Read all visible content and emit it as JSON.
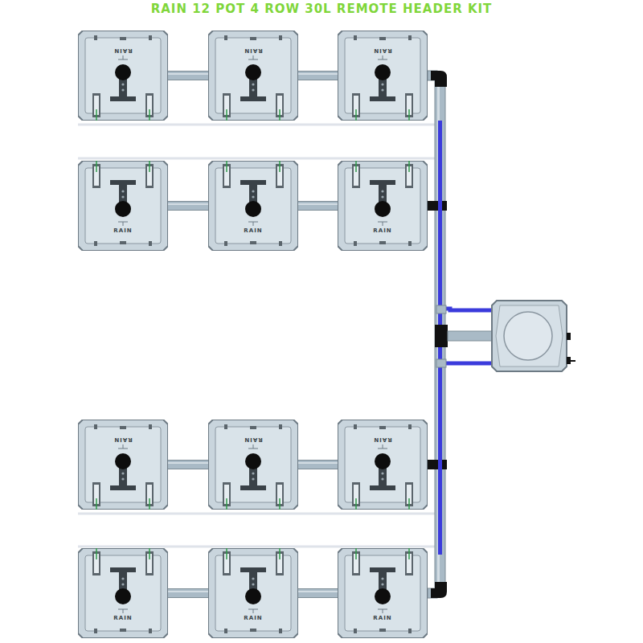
{
  "diagram": {
    "title": "RAIN 12 POT 4 ROW 30L REMOTE HEADER KIT",
    "nodes": [
      {
        "text": [
          "RAIN"
        ]
      },
      {
        "text": [
          "RAIN"
        ]
      },
      {
        "text": [
          "RAIN"
        ]
      },
      {
        "text": [
          "RAIN"
        ]
      },
      {
        "text": [
          "RAIN"
        ]
      },
      {
        "text": [
          "RAIN"
        ]
      },
      {
        "text": [
          "RAIN"
        ]
      },
      {
        "text": [
          "RAIN"
        ]
      },
      {
        "text": [
          "RAIN"
        ]
      },
      {
        "text": [
          "RAIN"
        ]
      },
      {
        "text": [
          "RAIN"
        ]
      },
      {
        "text": [
          "RAIN"
        ]
      }
    ],
    "edges": [
      {
        "from": 0,
        "to": 1,
        "arrow": "none"
      },
      {
        "from": 1,
        "to": 2,
        "arrow": "none"
      },
      {
        "from": 3,
        "to": 4,
        "arrow": "none"
      },
      {
        "from": 4,
        "to": 5,
        "arrow": "none"
      },
      {
        "from": 6,
        "to": 7,
        "arrow": "none"
      },
      {
        "from": 7,
        "to": 8,
        "arrow": "none"
      },
      {
        "from": 9,
        "to": 10,
        "arrow": "none"
      },
      {
        "from": 10,
        "to": 11,
        "arrow": "none"
      }
    ]
  }
}
